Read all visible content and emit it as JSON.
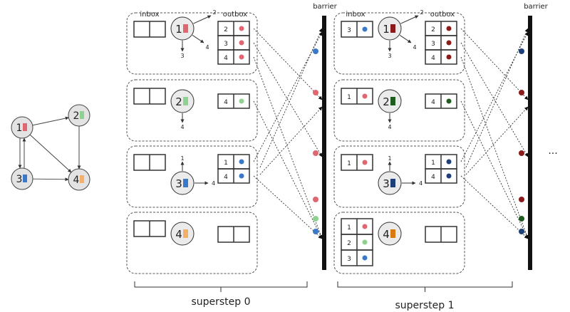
{
  "labels": {
    "inbox": "inbox",
    "outbox": "outbox",
    "barrier": "barrier",
    "ellipsis": "...",
    "superstep0": "superstep 0",
    "superstep1": "superstep 1"
  },
  "graph": {
    "nodes": [
      "1",
      "2",
      "3",
      "4"
    ]
  },
  "colors": {
    "v1_s0": "#e06670",
    "v2_s0": "#8fd18f",
    "v3_s0": "#3a78c8",
    "v4_s0": "#f2b06c",
    "v1_s1": "#8b1a1a",
    "v2_s1": "#1f5c1f",
    "v3_s1": "#1f3f78",
    "v4_s1": "#d87a10",
    "msg_red": "#e06670",
    "msg_green": "#8fd18f",
    "msg_blue": "#3a78c8",
    "msg_darkred": "#8b1a1a",
    "msg_darkgreen": "#1f5c1f",
    "msg_darkblue": "#1f3f78"
  },
  "superstep0": {
    "workers": [
      {
        "vertex": "1",
        "inbox": [],
        "outbox": [
          [
            "2",
            "msg_red"
          ],
          [
            "3",
            "msg_red"
          ],
          [
            "4",
            "msg_red"
          ]
        ],
        "edge_targets": [
          "2",
          "3",
          "4"
        ]
      },
      {
        "vertex": "2",
        "inbox": [],
        "outbox": [
          [
            "4",
            "msg_green"
          ]
        ],
        "edge_targets": [
          "4"
        ]
      },
      {
        "vertex": "3",
        "inbox": [],
        "outbox": [
          [
            "1",
            "msg_blue"
          ],
          [
            "4",
            "msg_blue"
          ]
        ],
        "edge_targets": [
          "1",
          "4"
        ]
      },
      {
        "vertex": "4",
        "inbox": [],
        "outbox": [],
        "edge_targets": []
      }
    ]
  },
  "superstep1": {
    "workers": [
      {
        "vertex": "1",
        "inbox": [
          [
            "3",
            "msg_blue"
          ]
        ],
        "outbox": [
          [
            "2",
            "msg_darkred"
          ],
          [
            "3",
            "msg_darkred"
          ],
          [
            "4",
            "msg_darkred"
          ]
        ],
        "edge_targets": [
          "2",
          "3",
          "4"
        ]
      },
      {
        "vertex": "2",
        "inbox": [
          [
            "1",
            "msg_red"
          ]
        ],
        "outbox": [
          [
            "4",
            "msg_darkgreen"
          ]
        ],
        "edge_targets": [
          "4"
        ]
      },
      {
        "vertex": "3",
        "inbox": [
          [
            "1",
            "msg_red"
          ]
        ],
        "outbox": [
          [
            "1",
            "msg_darkblue"
          ],
          [
            "4",
            "msg_darkblue"
          ]
        ],
        "edge_targets": [
          "1",
          "4"
        ]
      },
      {
        "vertex": "4",
        "inbox": [
          [
            "1",
            "msg_red"
          ],
          [
            "2",
            "msg_green"
          ],
          [
            "3",
            "msg_blue"
          ]
        ],
        "outbox": [],
        "edge_targets": []
      }
    ]
  },
  "barrier_dots": {
    "b1": [
      "msg_blue",
      "msg_red",
      "msg_red",
      "msg_red",
      "msg_green",
      "msg_blue"
    ],
    "b2": [
      "msg_darkblue",
      "msg_darkred",
      "msg_darkred",
      "msg_darkred",
      "msg_darkgreen",
      "msg_darkblue"
    ]
  }
}
